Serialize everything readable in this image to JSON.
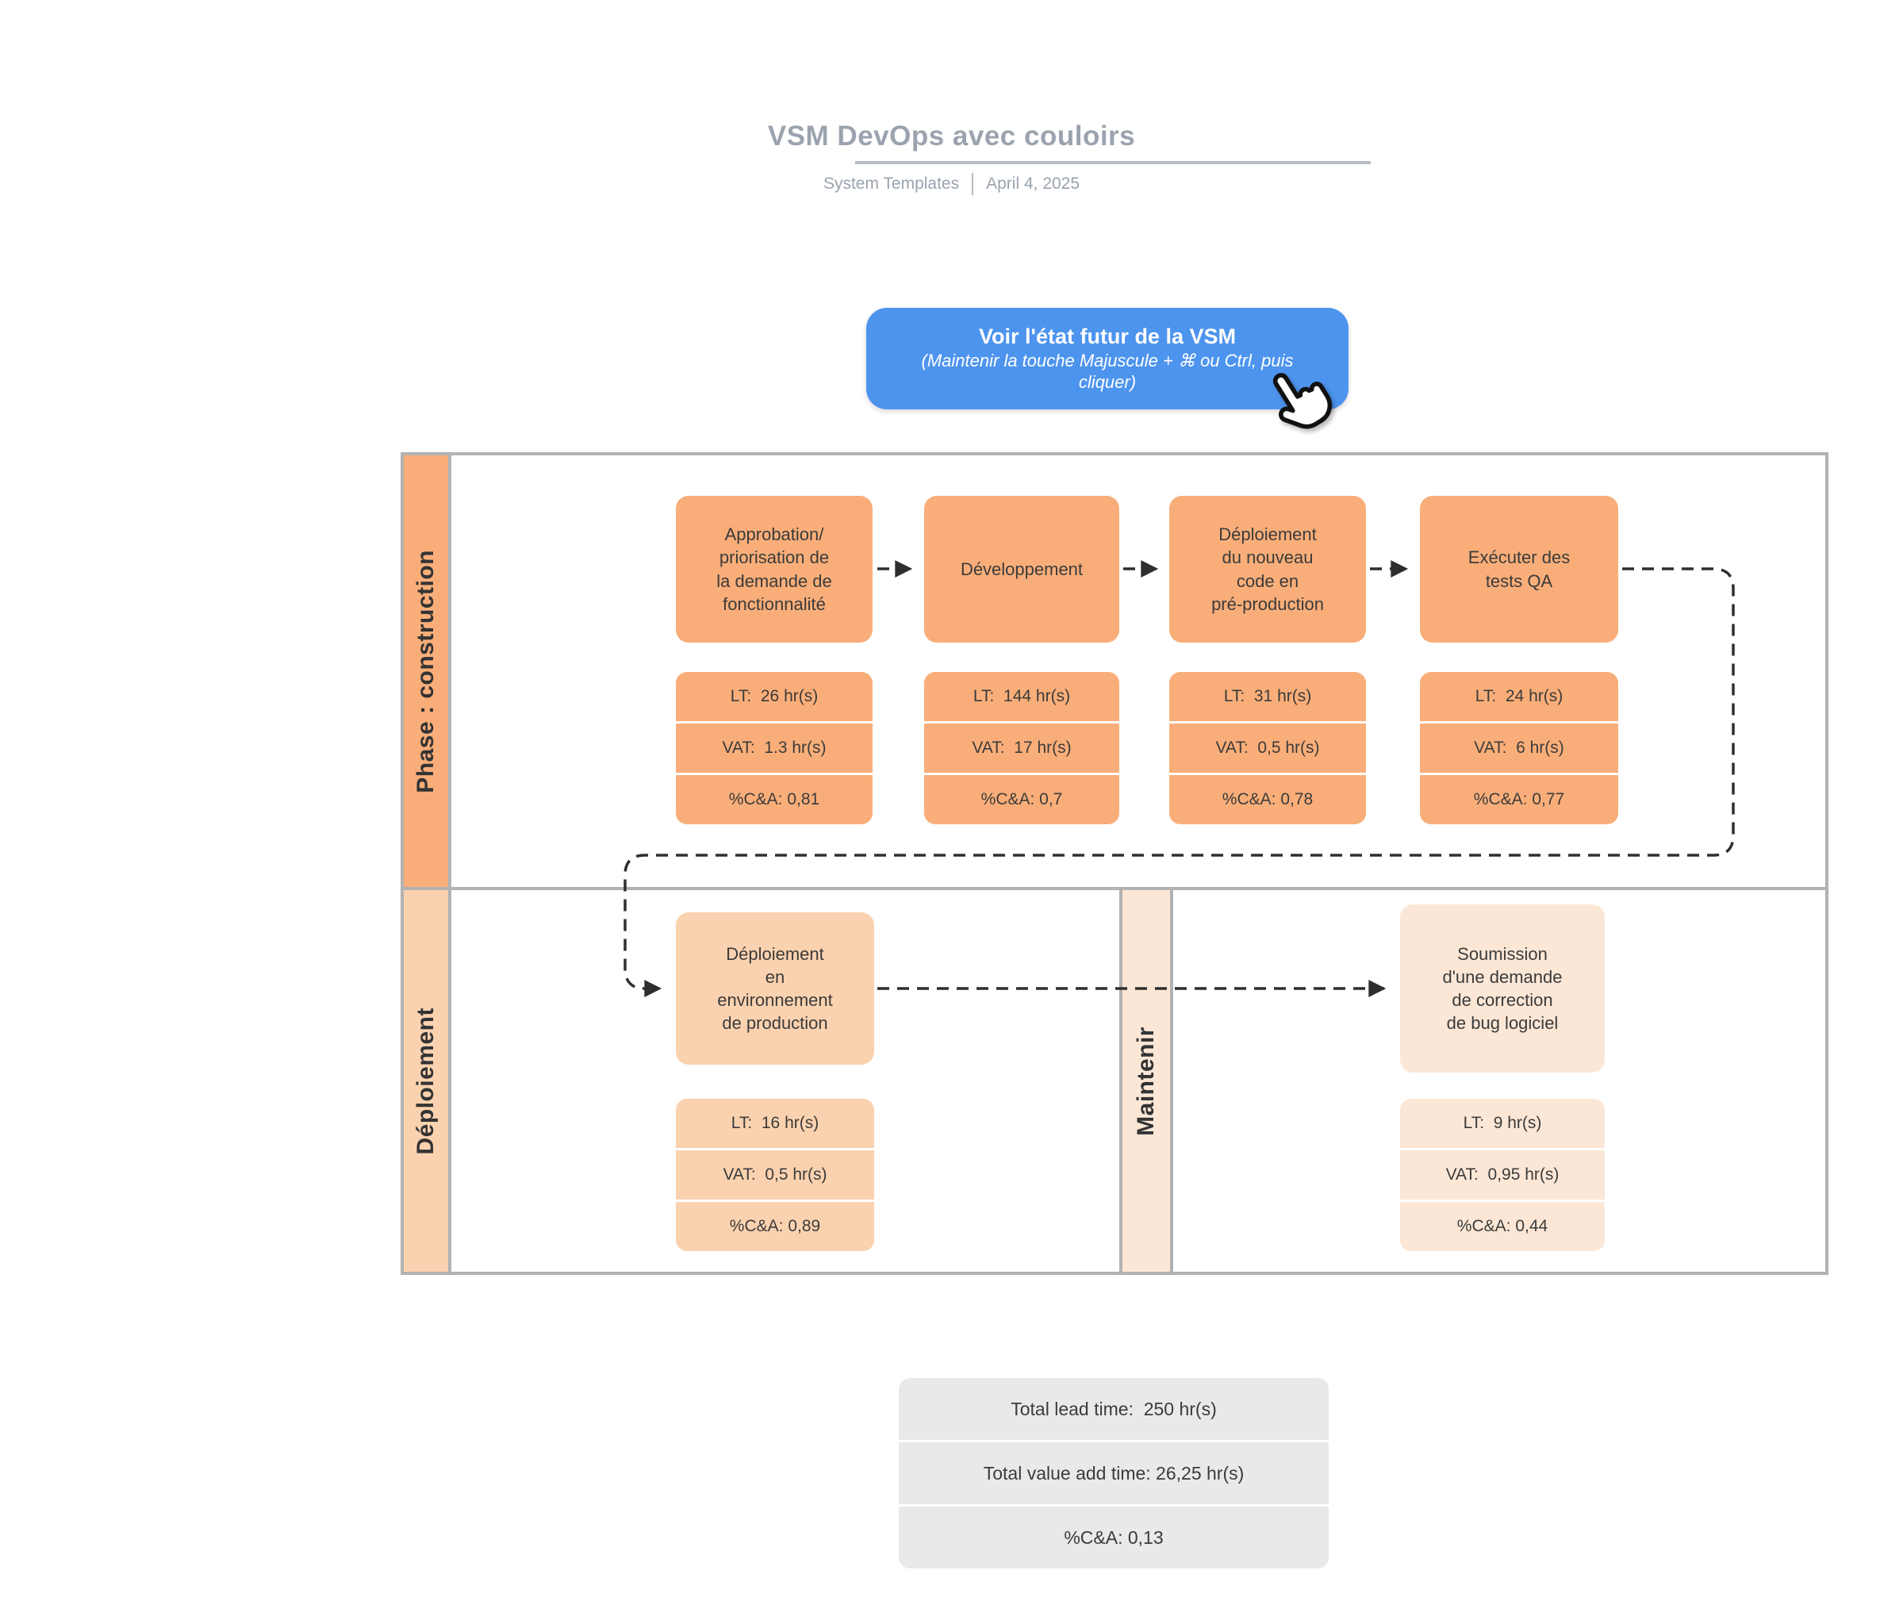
{
  "header": {
    "title": "VSM DevOps avec couloirs",
    "author": "System Templates",
    "date": "April 4, 2025"
  },
  "cta": {
    "title": "Voir l'état futur de la VSM",
    "hint_line1": "(Maintenir la touche Majuscule + ⌘ ou Ctrl, puis",
    "hint_line2": "cliquer)"
  },
  "lanes": [
    {
      "label": "Phase : construction",
      "color": "#f9ae79"
    },
    {
      "label": "Déploiement",
      "color": "#fbd2af"
    },
    {
      "label": "Maintenir",
      "color": "#fce7d6"
    }
  ],
  "processes": [
    {
      "title": "Approbation/\npriorisation de\nla demande de\nfonctionnalité",
      "lt": "LT:  26 hr(s)",
      "vat": "VAT:  1.3 hr(s)",
      "ca": "%C&A: 0,81"
    },
    {
      "title": "Développement",
      "lt": "LT:  144 hr(s)",
      "vat": "VAT:  17 hr(s)",
      "ca": "%C&A: 0,7"
    },
    {
      "title": "Déploiement\ndu nouveau\ncode en\npré-production",
      "lt": "LT:  31 hr(s)",
      "vat": "VAT:  0,5 hr(s)",
      "ca": "%C&A: 0,78"
    },
    {
      "title": "Exécuter des\ntests QA",
      "lt": "LT:  24 hr(s)",
      "vat": "VAT:  6 hr(s)",
      "ca": "%C&A: 0,77"
    },
    {
      "title": "Déploiement\nen\nenvironnement\nde production",
      "lt": "LT:  16 hr(s)",
      "vat": "VAT:  0,5 hr(s)",
      "ca": "%C&A: 0,89"
    },
    {
      "title": "Soumission\nd'une demande\nde correction\nde bug logiciel",
      "lt": "LT:  9 hr(s)",
      "vat": "VAT:  0,95 hr(s)",
      "ca": "%C&A: 0,44"
    }
  ],
  "summary": {
    "lead_time": "Total lead time:  250 hr(s)",
    "value_add_time": "Total value add time: 26,25 hr(s)",
    "ca": "%C&A: 0,13"
  },
  "colors": {
    "accent_blue": "#4d94ee",
    "lane_construction": "#f9ae79",
    "lane_deploiement": "#fbd2af",
    "lane_maintenir": "#fce7d6",
    "border_gray": "#b2b2b2",
    "arrow_dark": "#2e2e2e",
    "summary_gray": "#e9e9e9",
    "title_gray": "#9aa3ae"
  }
}
